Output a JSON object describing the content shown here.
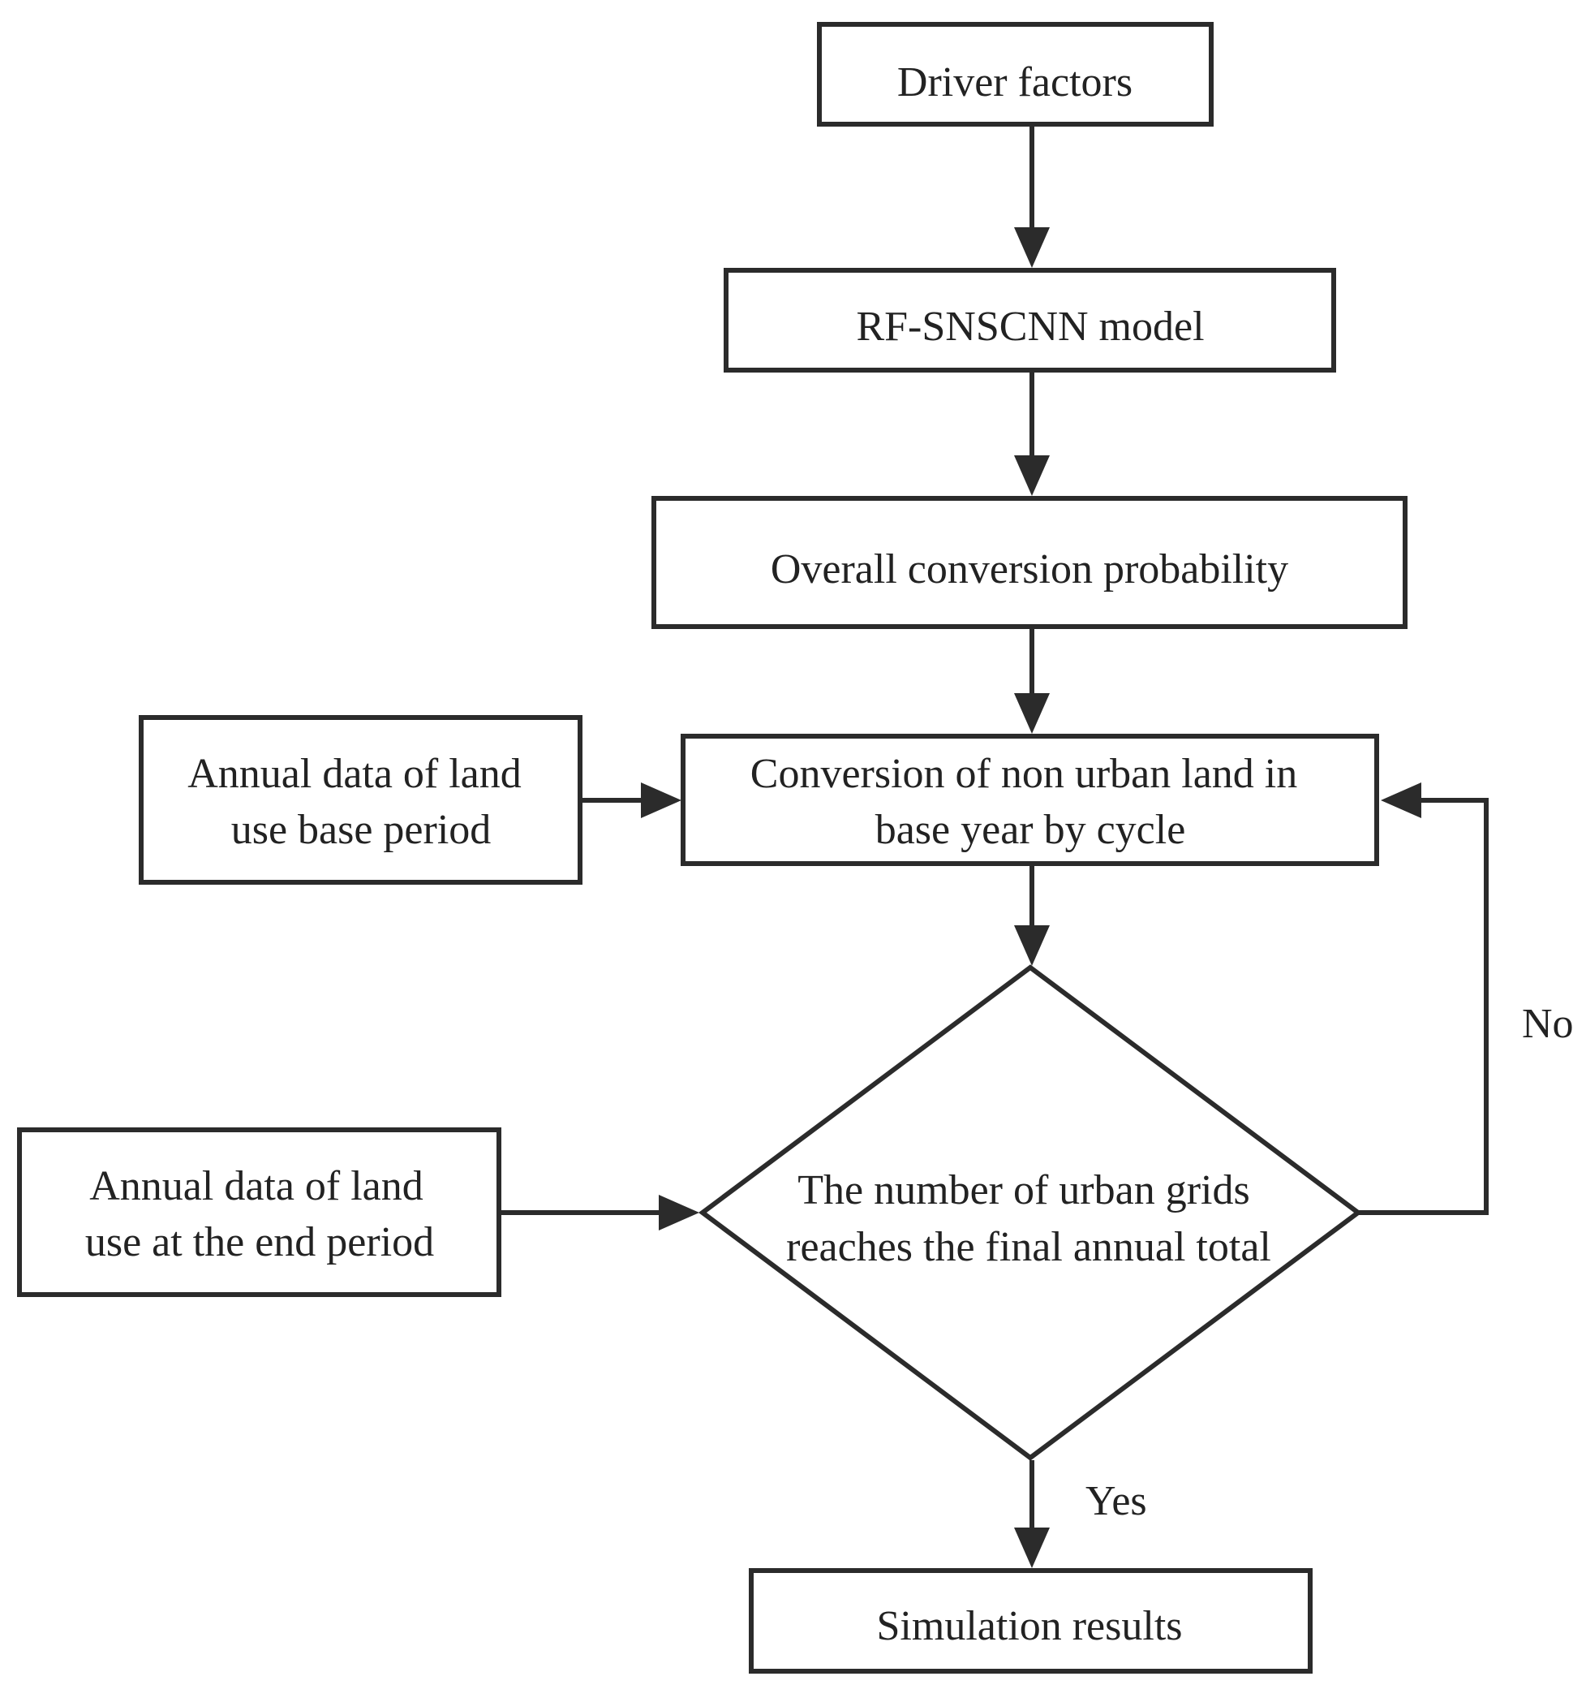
{
  "nodes": {
    "driver_factors": {
      "lines": [
        "Driver factors"
      ]
    },
    "rf_sns_cnn_model": {
      "lines": [
        "RF-SNSCNN model"
      ]
    },
    "overall_conversion_probability": {
      "lines": [
        "Overall conversion probability"
      ]
    },
    "conversion_non_urban": {
      "lines": [
        "Conversion of non urban land in",
        "base year by cycle"
      ]
    },
    "annual_data_base_period": {
      "lines": [
        "Annual data of land",
        "use base period"
      ]
    },
    "annual_data_end_period": {
      "lines": [
        "Annual data of land",
        "use at the end period"
      ]
    },
    "decision_urban_grids": {
      "lines": [
        "The number of urban grids",
        "reaches the final annual total"
      ]
    },
    "simulation_results": {
      "lines": [
        "Simulation results"
      ]
    }
  },
  "edges": {
    "no_label": "No",
    "yes_label": "Yes"
  },
  "colors": {
    "stroke": "#2b2b2b",
    "text": "#222222",
    "background": "#ffffff"
  }
}
